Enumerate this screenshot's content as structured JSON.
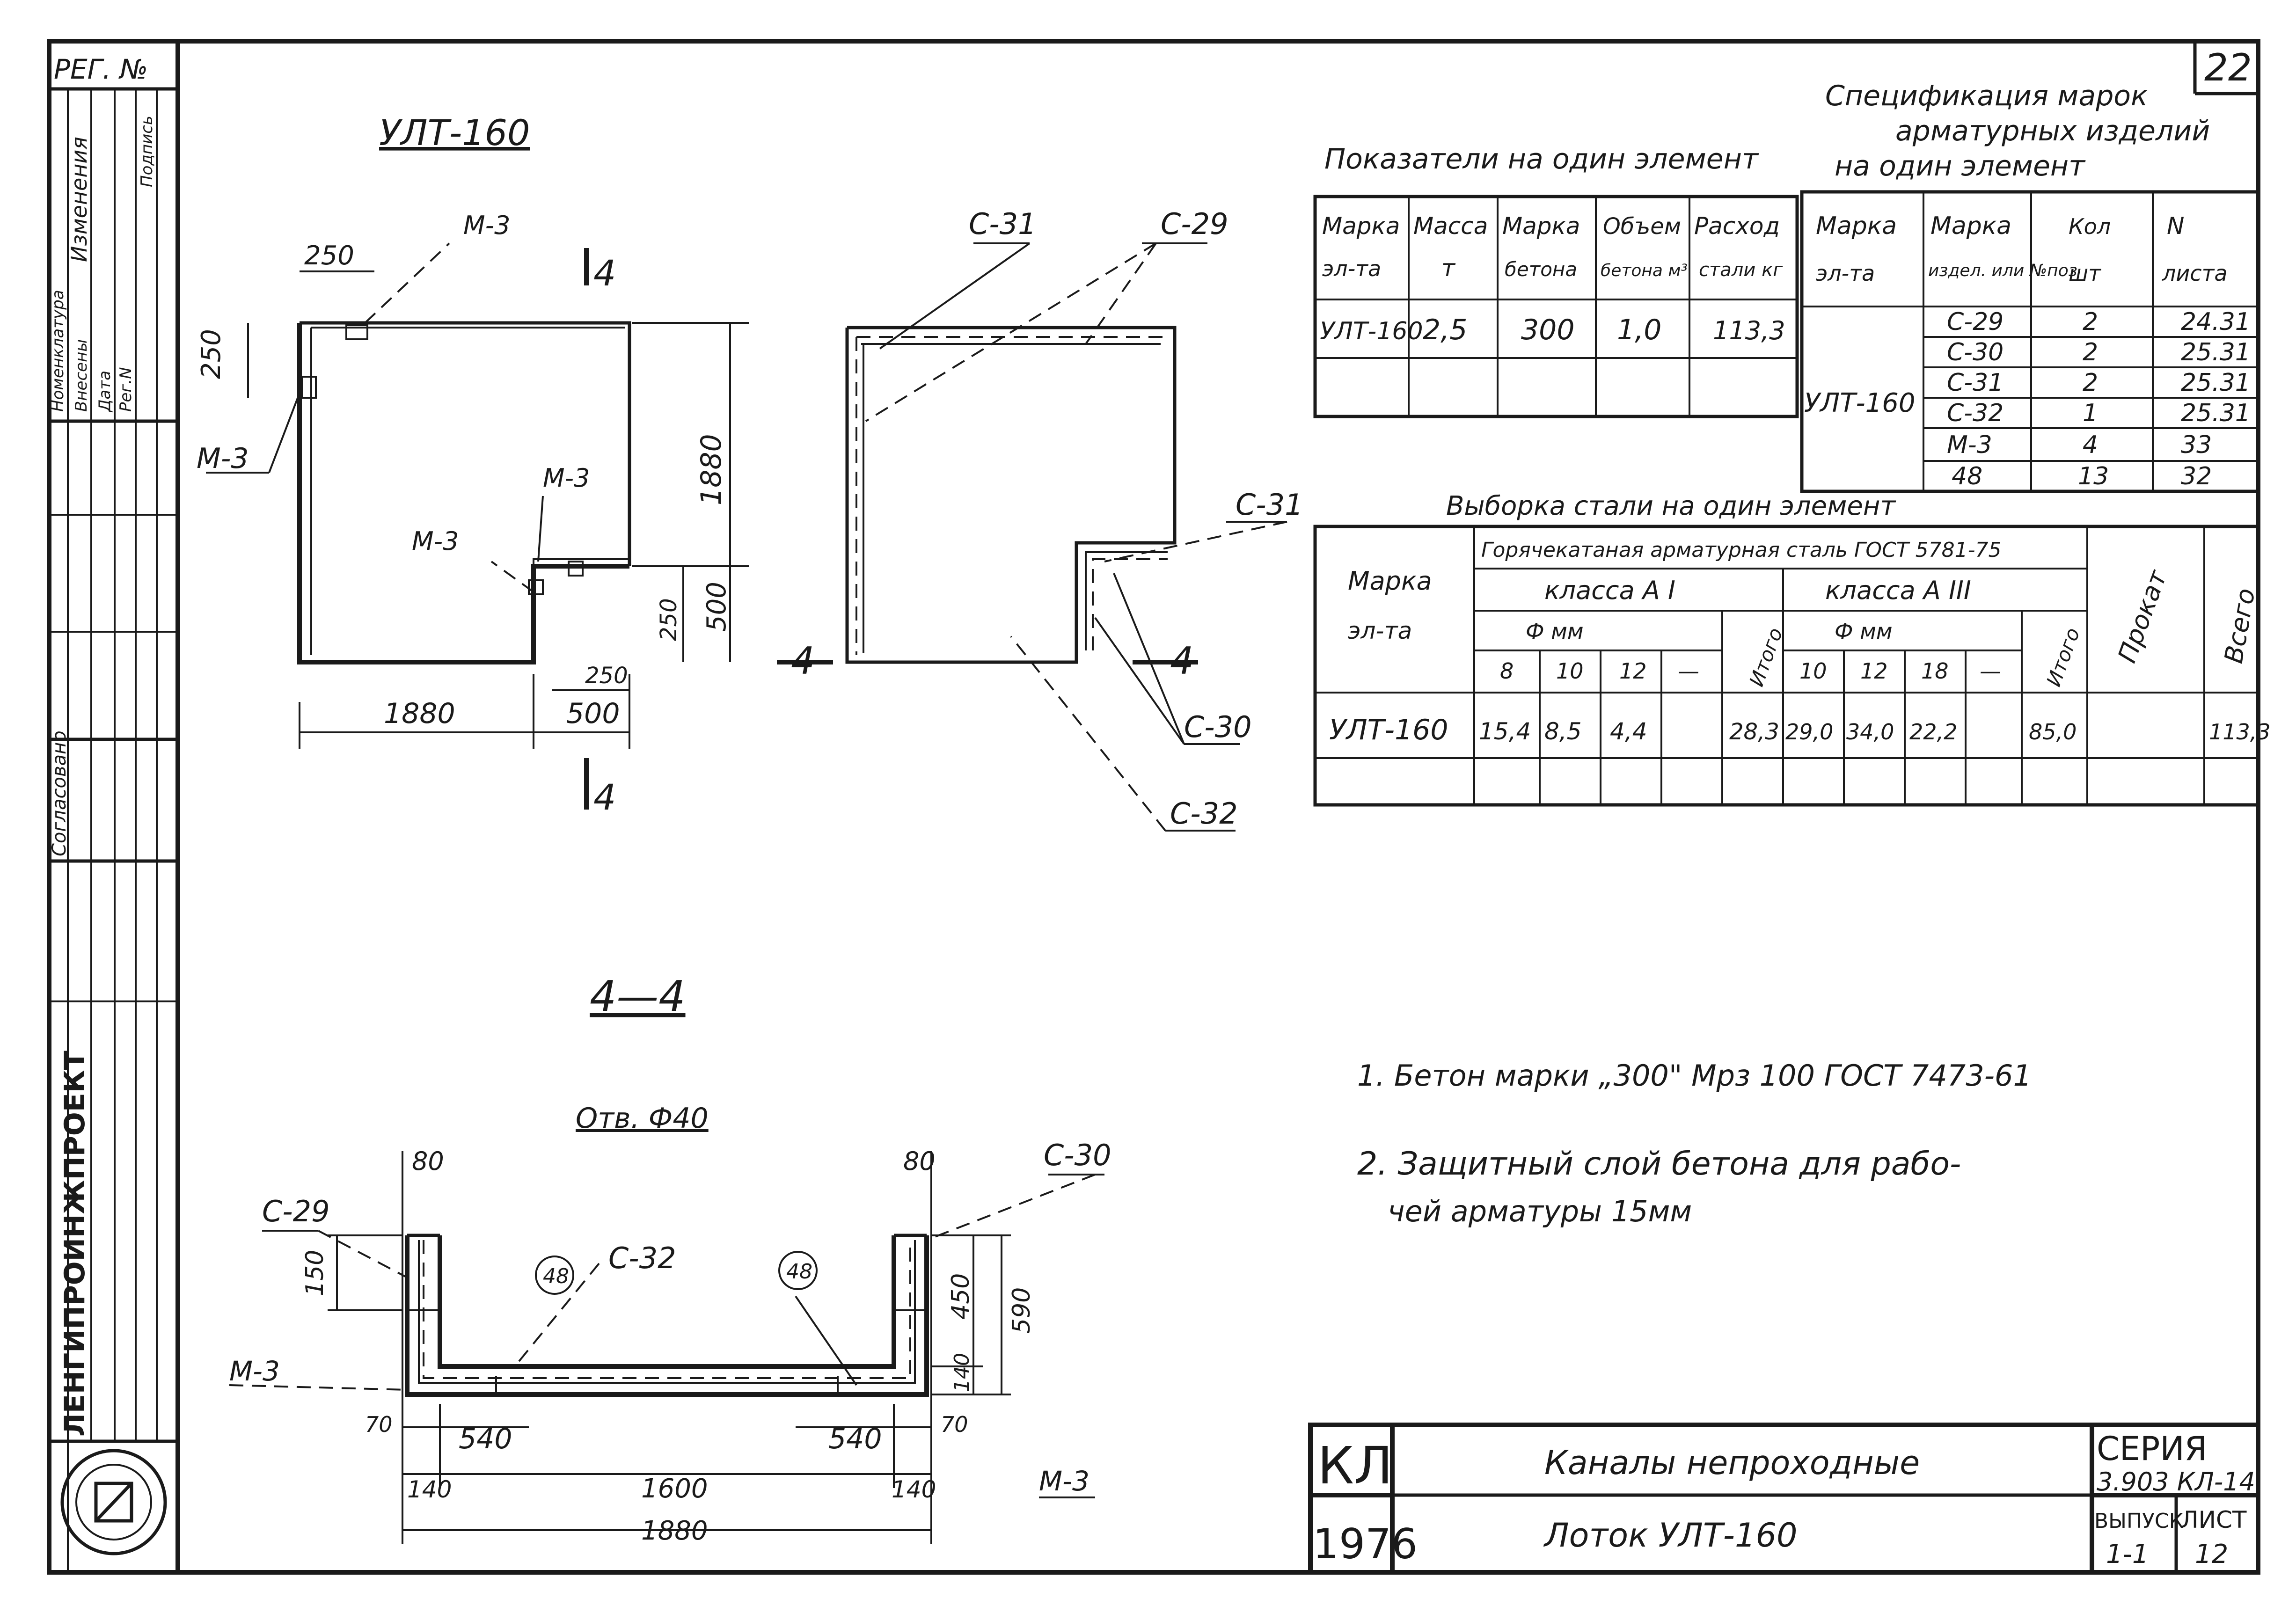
{
  "sheet_number": "22",
  "stamp": {
    "reg_no": "РЕГ. №",
    "changes_header": "Изменения",
    "changes_cols": [
      "Номенклатура",
      "Внесены",
      "Дата",
      "Рег.N",
      "Подпись"
    ],
    "approved_label": "Согласовано",
    "org": "ЛЕНГИПРОИНЖПРОЕКТ"
  },
  "plan": {
    "title": "УЛТ-160",
    "dims": {
      "d250_top": "250",
      "d250_left": "250",
      "d1880_right": "1880",
      "d1880_bottom": "1880",
      "d500_bottom": "500",
      "d500_right": "500",
      "d250_notch_v": "250",
      "d250_notch_h": "250"
    },
    "marks": {
      "m3_top": "М-3",
      "m3_left": "М-3",
      "m3_mid": "М-3",
      "m3_notch": "М-3"
    },
    "section": "4"
  },
  "rebar_plan": {
    "labels": {
      "c31_top": "С-31",
      "c29": "С-29",
      "c31_right": "С-31",
      "c30": "С-30",
      "c32": "С-32"
    },
    "section": "4"
  },
  "indicators": {
    "title": "Показатели на один элемент",
    "headers": [
      [
        "Марка",
        "эл-та"
      ],
      [
        "Масса",
        "т"
      ],
      [
        "Марка",
        "бетона"
      ],
      [
        "Объем",
        "бетона м³"
      ],
      [
        "Расход",
        "стали кг"
      ]
    ],
    "row": [
      "УЛТ-160",
      "2,5",
      "300",
      "1,0",
      "113,3"
    ]
  },
  "spec": {
    "title": [
      "Спецификация марок",
      "арматурных изделий",
      "на один элемент"
    ],
    "headers": [
      [
        "Марка",
        "эл-та"
      ],
      [
        "Марка",
        "издел. или №поз"
      ],
      [
        "Кол",
        "шт"
      ],
      [
        "N",
        "листа"
      ]
    ],
    "element": "УЛТ-160",
    "rows": [
      [
        "С-29",
        "2",
        "24.31"
      ],
      [
        "С-30",
        "2",
        "25.31"
      ],
      [
        "С-31",
        "2",
        "25.31"
      ],
      [
        "С-32",
        "1",
        "25.31"
      ],
      [
        "М-3",
        "4",
        "33"
      ],
      [
        "48",
        "13",
        "32"
      ]
    ]
  },
  "steel": {
    "title": "Выборка стали на один элемент",
    "hot_rolled": "Горячекатаная арматурная сталь ГОСТ 5781-75",
    "class_a1": "класса А I",
    "class_a3": "класса А III",
    "dia_mm": "Ф мм",
    "mark_header": [
      "Марка",
      "эл-та"
    ],
    "diam_a1": [
      "8",
      "10",
      "12",
      "—"
    ],
    "diam_a3": [
      "10",
      "12",
      "18",
      "—"
    ],
    "total": "Итого",
    "prokat": "Прокат",
    "vsego": "Всего",
    "row": {
      "mark": "УЛТ-160",
      "a1": [
        "15,4",
        "8,5",
        "4,4",
        ""
      ],
      "a1_total": "28,3",
      "a3": [
        "29,0",
        "34,0",
        "22,2",
        ""
      ],
      "a3_total": "85,0",
      "prokat": "",
      "vsego": "113,3"
    }
  },
  "section": {
    "title": "4—4",
    "hole": "Отв. Ф40",
    "labels": {
      "c29": "С-29",
      "c30": "С-30",
      "c32": "С-32",
      "m3_left": "М-3",
      "m3_right": "М-3",
      "pos48a": "48",
      "pos48b": "48"
    },
    "dims": {
      "d80l": "80",
      "d80r": "80",
      "d150": "150",
      "d450": "450",
      "d590": "590",
      "d140v": "140",
      "d70l": "70",
      "d70r": "70",
      "d540l": "540",
      "d540r": "540",
      "d140l": "140",
      "d140r": "140",
      "d1600": "1600",
      "d1880": "1880"
    }
  },
  "notes": [
    "1. Бетон марки „300\" Мрз 100 ГОСТ 7473-61",
    "2. Защитный слой бетона для рабо-",
    "чей арматуры 15мм"
  ],
  "title_block": {
    "code": "КЛ",
    "year": "1976",
    "name": "Каналы непроходные",
    "item": "Лоток УЛТ-160",
    "series_label": "СЕРИЯ",
    "series": "3.903 КЛ-14",
    "issue_label": "ВЫПУСК",
    "issue": "1-1",
    "sheet_label": "ЛИСТ",
    "sheet": "12"
  }
}
